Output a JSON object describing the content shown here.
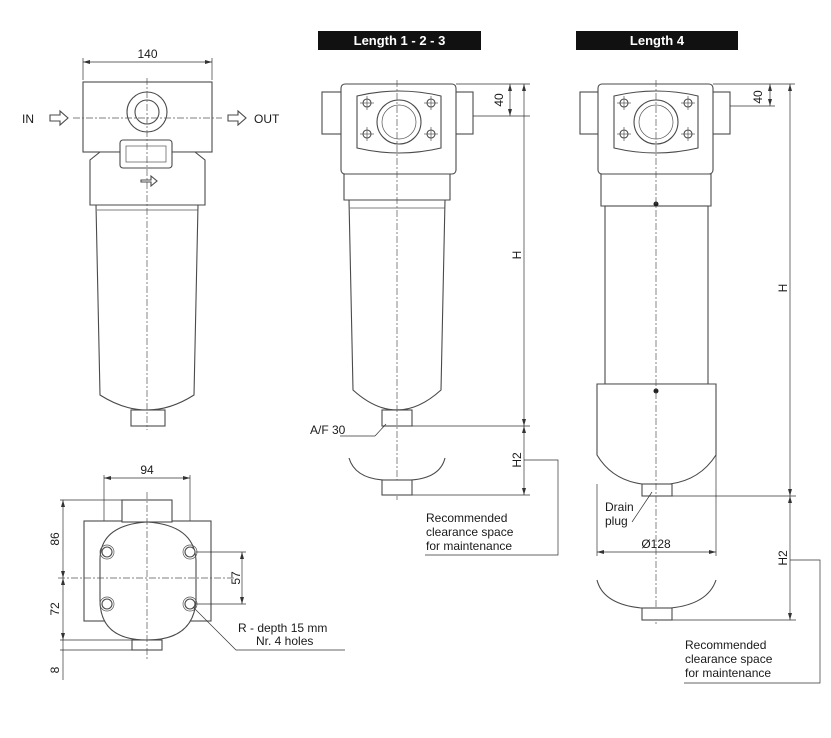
{
  "headers": {
    "length_123": "Length 1 - 2 - 3",
    "length_4": "Length 4"
  },
  "labels": {
    "in": "IN",
    "out": "OUT",
    "af": "A/F 30",
    "drain_line1": "Drain",
    "drain_line2": "plug",
    "r_line1": "R - depth 15 mm",
    "r_line2": "Nr. 4 holes",
    "clearance_line1": "Recommended",
    "clearance_line2": "clearance space",
    "clearance_line3": "for maintenance"
  },
  "dimensions": {
    "width_front": "140",
    "h40_a": "40",
    "h40_b": "40",
    "H_a": "H",
    "H_b": "H",
    "H2_a": "H2",
    "H2_b": "H2",
    "base_width": "94",
    "d86": "86",
    "d72": "72",
    "d8": "8",
    "d57": "57",
    "dia128": "Ø128"
  },
  "colors": {
    "header_bg": "#111111",
    "line": "#4a4a4a"
  }
}
